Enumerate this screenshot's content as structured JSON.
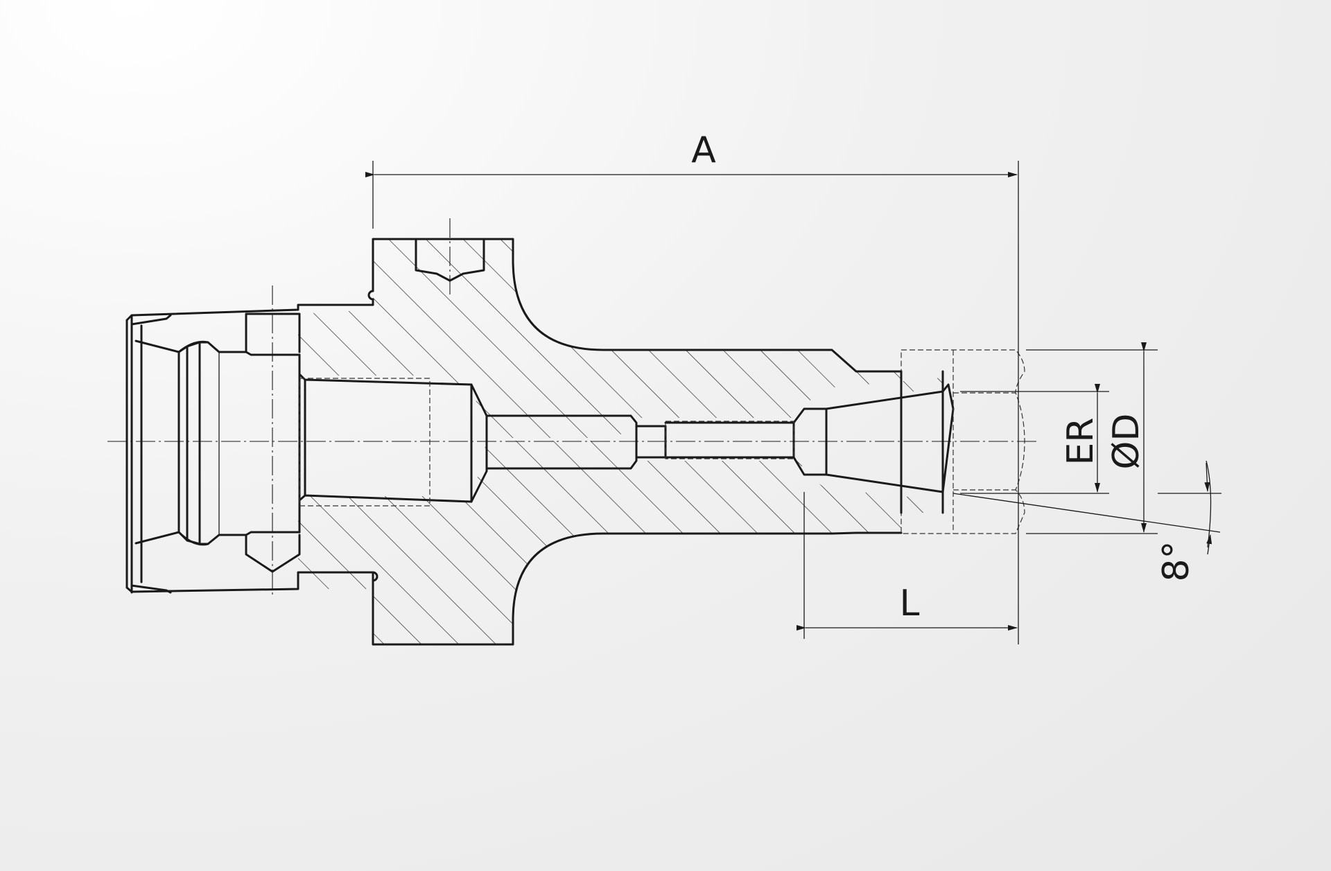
{
  "dimensions": {
    "overall_length": "A",
    "clamping_length": "L",
    "collet_type": "ER",
    "diameter": "ØD",
    "angle": "8°"
  }
}
